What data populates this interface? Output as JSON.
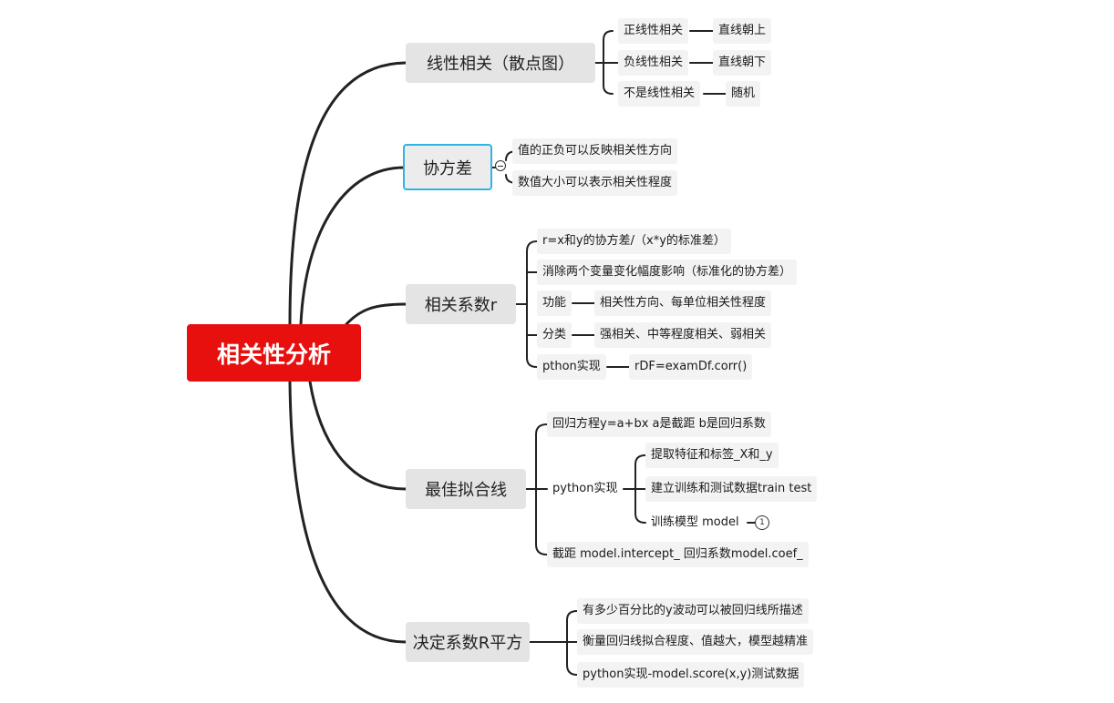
{
  "root": {
    "label": "相关性分析"
  },
  "branches": {
    "linear": {
      "label": "线性相关（散点图）",
      "children": [
        {
          "label": "正线性相关",
          "detail": "直线朝上"
        },
        {
          "label": "负线性相关",
          "detail": "直线朝下"
        },
        {
          "label": "不是线性相关",
          "detail": "随机"
        }
      ]
    },
    "covariance": {
      "label": "协方差",
      "children": [
        {
          "label": "值的正负可以反映相关性方向"
        },
        {
          "label": "数值大小可以表示相关性程度"
        }
      ]
    },
    "coef": {
      "label": "相关系数r",
      "children": [
        {
          "label": "r=x和y的协方差/（x*y的标准差）"
        },
        {
          "label": "消除两个变量变化幅度影响（标准化的协方差）"
        },
        {
          "label": "功能",
          "detail": "相关性方向、每单位相关性程度"
        },
        {
          "label": "分类",
          "detail": "强相关、中等程度相关、弱相关"
        },
        {
          "label": "pthon实现",
          "detail": "rDF=examDf.corr()"
        }
      ]
    },
    "bestfit": {
      "label": "最佳拟合线",
      "children": [
        {
          "label": "回归方程y=a+bx  a是截距 b是回归系数"
        },
        {
          "label": "python实现",
          "subitems": [
            {
              "label": "提取特征和标签_X和_y"
            },
            {
              "label": "建立训练和测试数据train test"
            },
            {
              "label": "训练模型  model",
              "badge": "1"
            }
          ]
        },
        {
          "label": "截距 model.intercept_  回归系数model.coef_"
        }
      ]
    },
    "rsq": {
      "label": "决定系数R平方",
      "children": [
        {
          "label": "有多少百分比的y波动可以被回归线所描述"
        },
        {
          "label": "衡量回归线拟合程度、值越大，模型越精准"
        },
        {
          "label": "python实现-model.score(x,y)测试数据"
        }
      ]
    }
  }
}
